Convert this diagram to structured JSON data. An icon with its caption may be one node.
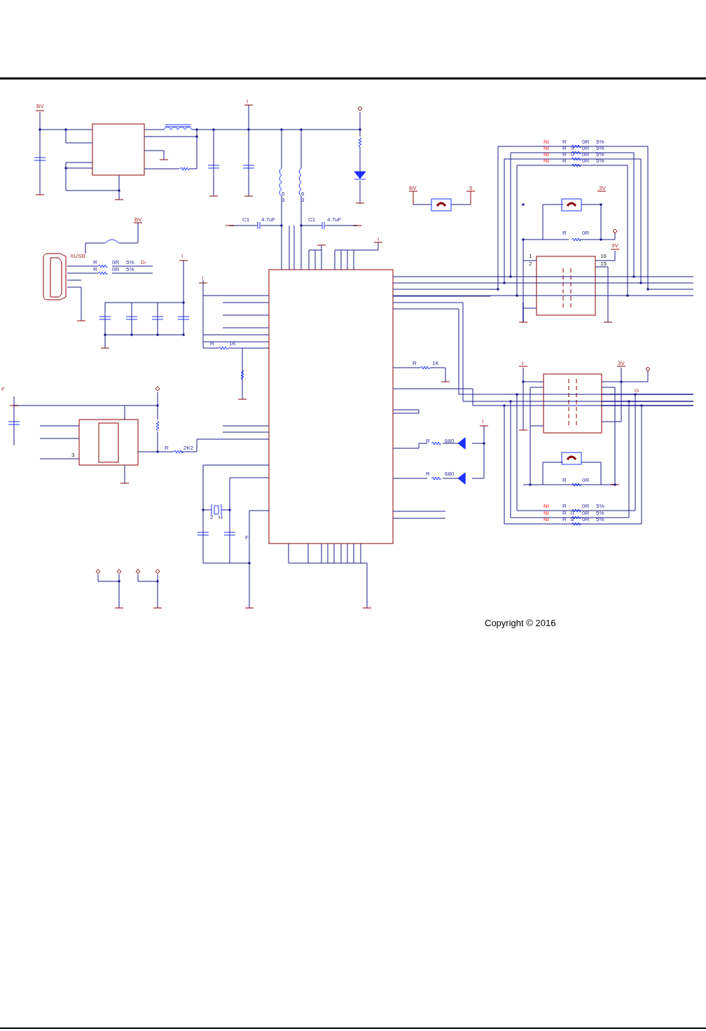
{
  "diagram": {
    "labels": [
      "BV",
      "I",
      "NI",
      "R",
      "0R",
      "5%",
      "NI",
      "R",
      "9",
      "0R",
      "5%",
      "NI",
      "R",
      "0",
      "0R",
      "5%",
      "NI",
      "R",
      "0R",
      "5%",
      "BV",
      "5",
      "3V",
      "BV",
      "C1",
      "4.7uF",
      "C1",
      "4.7uF",
      "6",
      "3",
      "6",
      "3",
      "R",
      "0R",
      "I",
      "3V",
      "XUSB",
      "I",
      "1",
      "16",
      "R",
      "0R",
      "5%",
      "D-",
      "2",
      "15",
      "R",
      "0R",
      "5%",
      "I",
      "R",
      "1K",
      "R",
      "1K",
      "I",
      "3V",
      "F",
      "G",
      "I",
      "R",
      "680",
      "R",
      "2K2",
      "3",
      "R",
      "680",
      "R",
      "0R",
      "NI",
      "R",
      "0R",
      "5%",
      "NI",
      "R",
      "0",
      "0R",
      "5%",
      "NI",
      "R",
      "8",
      "0R",
      "5%",
      "2",
      "H",
      "F",
      "Copyright © 2016"
    ]
  }
}
